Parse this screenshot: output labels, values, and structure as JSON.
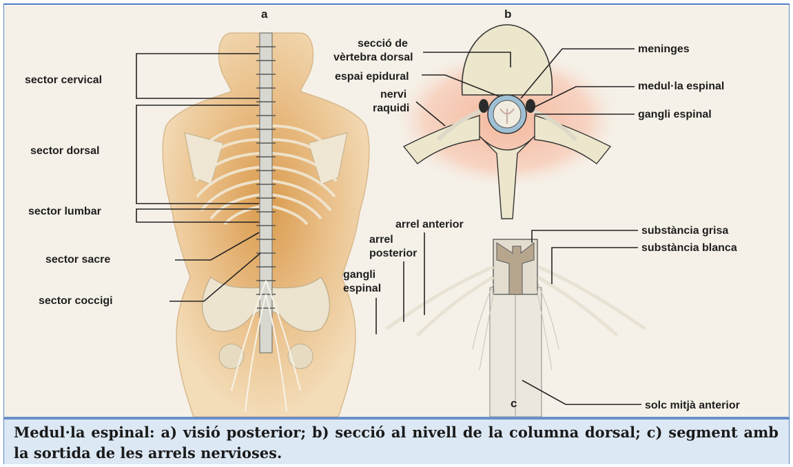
{
  "panels": {
    "a": "a",
    "b": "b",
    "c": "c"
  },
  "labels_a": {
    "cervical": "sector cervical",
    "dorsal": "sector dorsal",
    "lumbar": "sector lumbar",
    "sacre": "sector sacre",
    "coccigi": "sector coccigi"
  },
  "labels_b": {
    "seccio_1": "secció de",
    "seccio_2": "vèrtebra dorsal",
    "epidural": "espai epidural",
    "nervi_1": "nervi",
    "nervi_2": "raquidi",
    "meninges": "meninges",
    "medula": "medul·la espinal",
    "gangli": "gangli espinal"
  },
  "labels_c": {
    "arrel_anterior": "arrel anterior",
    "arrel_posterior_1": "arrel",
    "arrel_posterior_2": "posterior",
    "gangli_1": "gangli",
    "gangli_2": "espinal",
    "grisa": "substància grisa",
    "blanca": "substància blanca",
    "solc": "solc mitjà anterior"
  },
  "caption": "Medul·la espinal: a) visió posterior; b) secció al nivell de la columna dorsal; c) segment amb la sortida de les arrels nervioses.",
  "colors": {
    "frame": "#5b86c6",
    "caption_bg": "#dce8f4",
    "background": "#f5f1e8",
    "skin": "#f2d6ac",
    "bone": "#e9e2cc"
  }
}
